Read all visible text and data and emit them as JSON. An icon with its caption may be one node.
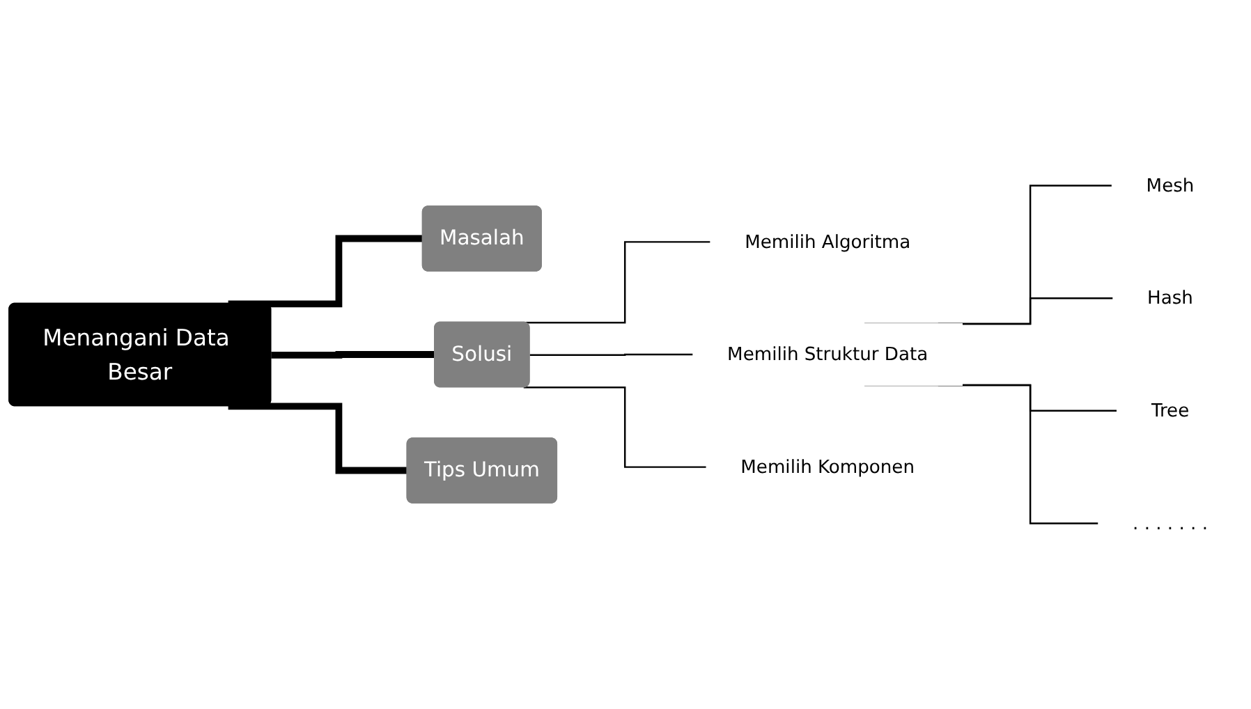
{
  "diagram": {
    "nodes": [
      {
        "text": [
          "Menangani Data Besar"
        ]
      },
      {
        "text": [
          "Masalah"
        ]
      },
      {
        "text": [
          "Solusi"
        ]
      },
      {
        "text": [
          "Tips Umum"
        ]
      },
      {
        "text": [
          "Memilih Algoritma"
        ]
      },
      {
        "text": [
          "Memilih Struktur Data"
        ]
      },
      {
        "text": [
          "Memilih Komponen"
        ]
      },
      {
        "text": [
          "Mesh"
        ]
      },
      {
        "text": [
          "Hash"
        ]
      },
      {
        "text": [
          "Tree"
        ]
      },
      {
        "text": [
          ". . . . . . ."
        ]
      }
    ],
    "edges": [
      {
        "from": 0,
        "to": 1,
        "arrow": "none",
        "style": "thick"
      },
      {
        "from": 0,
        "to": 2,
        "arrow": "none",
        "style": "thick"
      },
      {
        "from": 0,
        "to": 3,
        "arrow": "none",
        "style": "thick"
      },
      {
        "from": 2,
        "to": 4,
        "arrow": "none"
      },
      {
        "from": 2,
        "to": 5,
        "arrow": "none"
      },
      {
        "from": 2,
        "to": 6,
        "arrow": "none"
      },
      {
        "from": 5,
        "to": 7,
        "arrow": "none"
      },
      {
        "from": 5,
        "to": 8,
        "arrow": "none"
      },
      {
        "from": 5,
        "to": 9,
        "arrow": "none"
      },
      {
        "from": 5,
        "to": 10,
        "arrow": "none"
      }
    ]
  }
}
